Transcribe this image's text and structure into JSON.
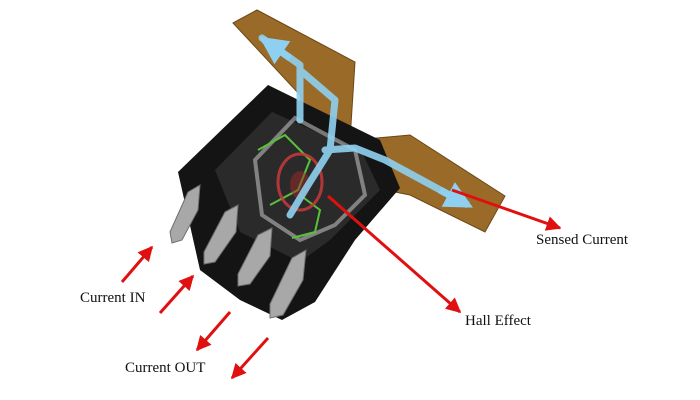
{
  "labels": {
    "sensed_current": "Sensed Current",
    "hall_effect": "Hall Effect",
    "current_in": "Current IN",
    "current_out": "Current OUT"
  },
  "colors": {
    "chip_body": "#141414",
    "copper_trace": "#9a6b28",
    "current_flow": "#8fd0f0",
    "hall_element": "#c83a3a",
    "pins": "#a8a8a8",
    "arrows": "#e01010"
  }
}
